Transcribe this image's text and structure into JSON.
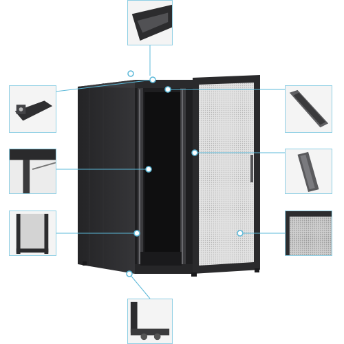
{
  "image": {
    "subject": "server-rack-cabinet",
    "colors": {
      "cabinet_body": "#2b2b2d",
      "cabinet_dark": "#1a1a1c",
      "door_perforated": "#d8d8d8",
      "callout_line": "#5bb8d8",
      "callout_box_border": "#8ecfe4"
    },
    "callouts": [
      {
        "name": "callout-top-frame-corner"
      },
      {
        "name": "callout-top-rail-profile"
      },
      {
        "name": "callout-door-hinge-profile"
      },
      {
        "name": "callout-mounting-rail"
      },
      {
        "name": "callout-vertical-profile"
      },
      {
        "name": "callout-rack-frame"
      },
      {
        "name": "callout-perforated-door-panel"
      },
      {
        "name": "callout-caster-base"
      }
    ]
  }
}
